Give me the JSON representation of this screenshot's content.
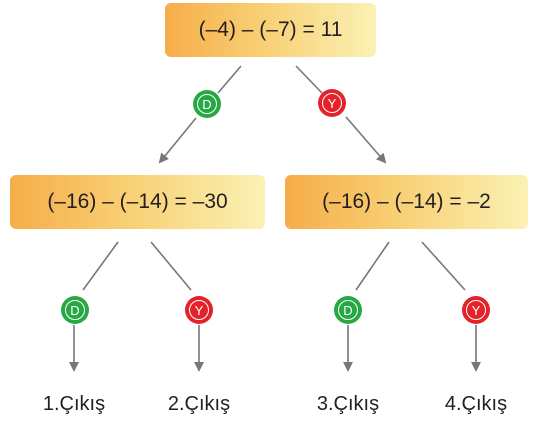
{
  "root": {
    "expression": "(–4) – (–7) = 11"
  },
  "left_node": {
    "expression": "(–16) – (–14) = –30"
  },
  "right_node": {
    "expression": "(–16) – (–14) = –2"
  },
  "badges": {
    "true_letter": "D",
    "false_letter": "Y",
    "true_color": "#27a844",
    "false_color": "#e4222a"
  },
  "outputs": [
    "1.Çıkış",
    "2.Çıkış",
    "3.Çıkış",
    "4.Çıkış"
  ],
  "colors": {
    "box_gradient_start": "#f6ad49",
    "box_gradient_end": "#fbf1b4",
    "line": "#777777"
  }
}
